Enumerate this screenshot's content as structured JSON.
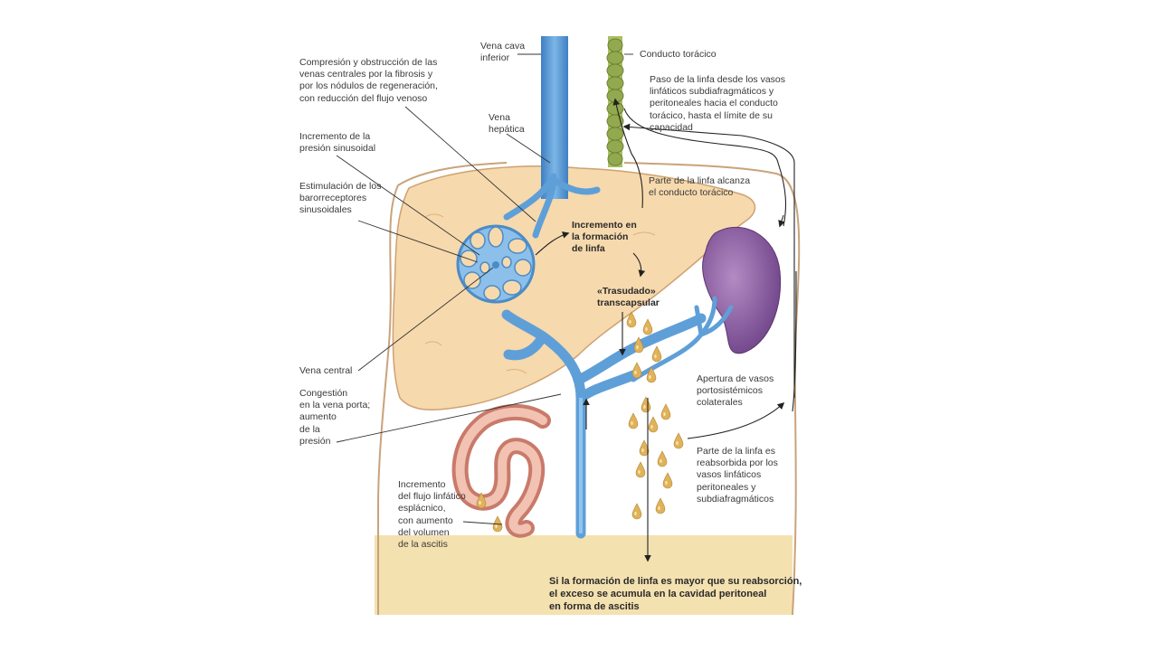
{
  "labels": {
    "vena_cava": "Vena cava\ninferior",
    "conducto_toracico": "Conducto torácico",
    "compresion": "Compresión y obstrucción de las\nvenas centrales por la fibrosis y\npor los nódulos de regeneración,\ncon reducción del flujo venoso",
    "vena_hepatica": "Vena\nhepática",
    "paso_linfa": "Paso de la linfa desde los vasos\nlinfáticos subdiafragmáticos y\nperitoneales hacia el conducto\ntorácico, hasta el límite de su\ncapacidad",
    "incremento_presion": "Incremento de la\npresión sinusoidal",
    "estimulacion": "Estimulación de los\nbarorreceptores\nsinusoidales",
    "parte_alcanza": "Parte de la linfa alcanza\nel conducto torácico",
    "incremento_formacion": "Incremento en\nla formación\nde linfa",
    "trasudado": "«Trasudado»\ntranscapsular",
    "vena_central": "Vena central",
    "apertura": "Apertura de vasos\nportosistémicos\ncolaterales",
    "congestion": "Congestión\nen la vena porta;\naumento\nde la\npresión",
    "reabsorbida": "Parte de la linfa es\nreabsorbida por los\nvasos linfáticos\nperitoneales y\nsubdiafragmáticos",
    "flujo_esplacnico": "Incremento\ndel flujo linfático\nesplácnico,\ncon aumento\ndel volumen\nde la ascitis",
    "conclusion": "Si la formación de linfa es mayor que su reabsorción,\nel exceso se acumula en la cavidad peritoneal\nen forma de ascitis"
  },
  "colors": {
    "liver": "#f6d9ad",
    "vein": "#6aa6da",
    "lymph_duct": "#9fb55a",
    "spleen": "#8a5a9e",
    "ascites": "#f4e1b0",
    "intestine": "#e7a89a"
  }
}
